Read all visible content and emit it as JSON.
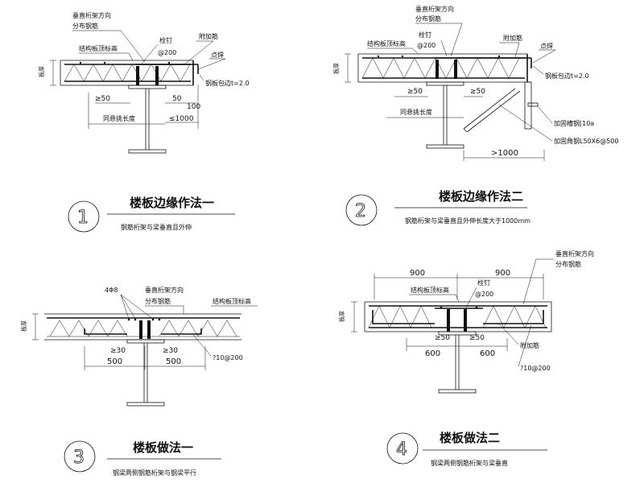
{
  "detail1": {
    "title": "楼板边缘作法一",
    "subtitle": "钢筋桁架与梁垂直且外伸",
    "number": "1",
    "labels": {
      "vertical_truss": "垂直桁架方向",
      "dist_rebar": "分布钢筋",
      "slab_top": "结构板顶标高",
      "stud": "栓钉",
      "stud_spacing": "@200",
      "add_rebar": "附加筋",
      "spot_weld": "点焊",
      "edge_plate": "钢板包边t=2.0",
      "slab_thk": "板厚",
      "ge50a": "≥50",
      "v50": "50",
      "v100": "100",
      "le1000": "≤1000",
      "cantilever": "同悬挑长度"
    }
  },
  "detail2": {
    "title": "楼板边缘作法二",
    "subtitle": "钢筋桁架与梁垂直且外伸长度大于1000mm",
    "number": "2",
    "labels": {
      "vertical_truss": "垂直桁架方向",
      "dist_rebar": "分布钢筋",
      "slab_top": "结构板顶标高",
      "stud": "栓钉",
      "stud_spacing": "@200",
      "add_rebar": "附加筋",
      "spot_weld": "点焊",
      "edge_plate": "钢板包边t=2.0",
      "slab_thk": "板厚",
      "ge50a": "≥50",
      "ge50b": "≥50",
      "cantilever": "同悬挑长度",
      "channel": "加固槽钢[10a",
      "angle": "加固角钢L50X6@500",
      "gt1000": ">1000"
    }
  },
  "detail3": {
    "title": "楼板做法一",
    "subtitle": "钢梁两侧钢筋桁架与钢梁平行",
    "number": "3",
    "labels": {
      "bars": "4Φ8",
      "vertical_truss": "垂直桁架方向",
      "dist_rebar": "分布钢筋",
      "slab_top": "结构板顶标高",
      "slab_thk": "板厚",
      "ge30a": "≥30",
      "ge30b": "≥30",
      "d500a": "500",
      "d500b": "500",
      "rebar": "?10@200"
    }
  },
  "detail4": {
    "title": "楼板做法二",
    "subtitle": "钢梁两侧钢筋桁架与梁垂直",
    "number": "4",
    "labels": {
      "d900a": "900",
      "d900b": "900",
      "vertical_truss": "垂直桁架方向",
      "dist_rebar": "分布钢筋",
      "slab_top": "结构板顶标高",
      "stud": "栓钉",
      "stud_spacing": "@200",
      "slab_thk": "板厚",
      "ge50a": "≥50",
      "ge50b": "≥50",
      "d600a": "600",
      "d600b": "600",
      "add_rebar": "附加筋",
      "rebar": "?10@200"
    }
  }
}
